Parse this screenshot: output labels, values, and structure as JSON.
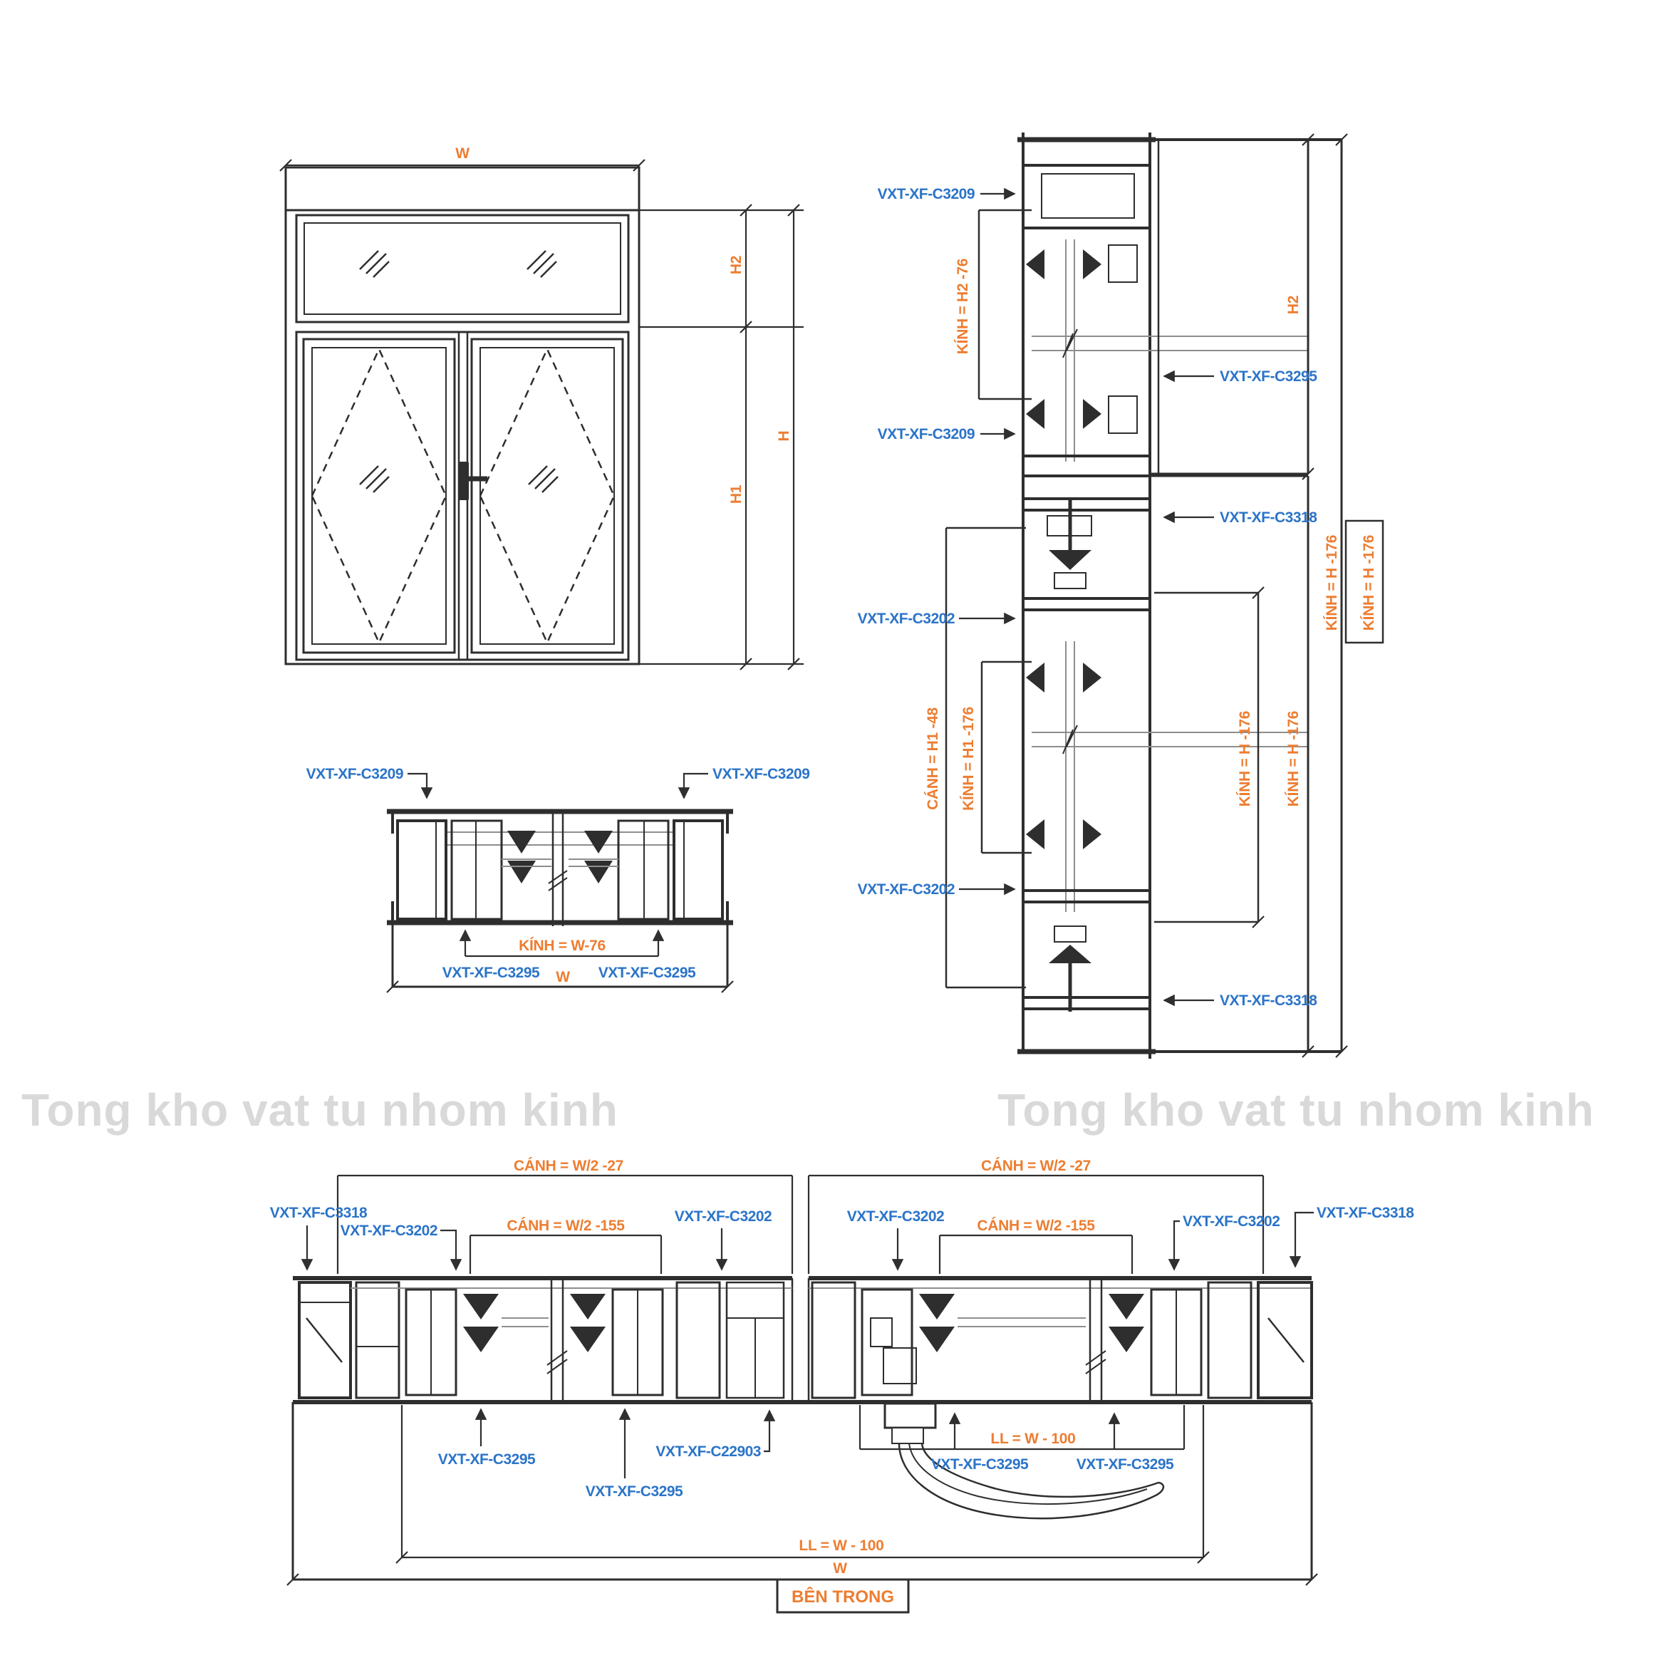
{
  "colors": {
    "orange": "#ED7D31",
    "blue": "#2B74C8",
    "line": "#2E2E2E",
    "wm": "#D9D9D9"
  },
  "watermark": {
    "left": "Tong kho vat tu nhom kinh",
    "right": "Tong kho vat tu nhom kinh"
  },
  "elevation": {
    "w": "W",
    "h": "H",
    "h1": "H1",
    "h2": "H2"
  },
  "vsection": {
    "c3209_top": "VXT-XF-C3209",
    "kinh_h2": "KÍNH = H2 -76",
    "h2": "H2",
    "c3295": "VXT-XF-C3295",
    "c3209_mid": "VXT-XF-C3209",
    "c3318_top": "VXT-XF-C3318",
    "c3202_top": "VXT-XF-C3202",
    "canh_h1": "CÁNH = H1 -48",
    "kinh_h1": "KÍNH = H1 -176",
    "kinh_h_a": "KÍNH = H -176",
    "kinh_h_b": "KÍNH = H -176",
    "kinh_h_c": "KÍNH = H -176",
    "kinh_h_d": "KÍNH = H -176",
    "c3202_bot": "VXT-XF-C3202",
    "c3318_bot": "VXT-XF-C3318"
  },
  "hsection": {
    "c3209_left": "VXT-XF-C3209",
    "c3209_right": "VXT-XF-C3209",
    "kinh_w": "KÍNH = W-76",
    "c3295_left": "VXT-XF-C3295",
    "c3295_right": "VXT-XF-C3295",
    "w": "W"
  },
  "bsection": {
    "canh27_left": "CÁNH = W/2 -27",
    "canh27_right": "CÁNH = W/2 -27",
    "c3318_left": "VXT-XF-C3318",
    "c3202_l1": "VXT-XF-C3202",
    "canh155_left": "CÁNH = W/2 -155",
    "c3202_l2": "VXT-XF-C3202",
    "c3202_r1": "VXT-XF-C3202",
    "canh155_right": "CÁNH = W/2 -155",
    "c3202_r2": "VXT-XF-C3202",
    "c3318_right": "VXT-XF-C3318",
    "c3295_1": "VXT-XF-C3295",
    "c3295_2": "VXT-XF-C3295",
    "c22903": "VXT-XF-C22903",
    "ll_small": "LL = W - 100",
    "c3295_3": "VXT-XF-C3295",
    "c3295_4": "VXT-XF-C3295",
    "ll_big": "LL = W - 100",
    "w": "W",
    "ben_trong": "BÊN TRONG"
  }
}
